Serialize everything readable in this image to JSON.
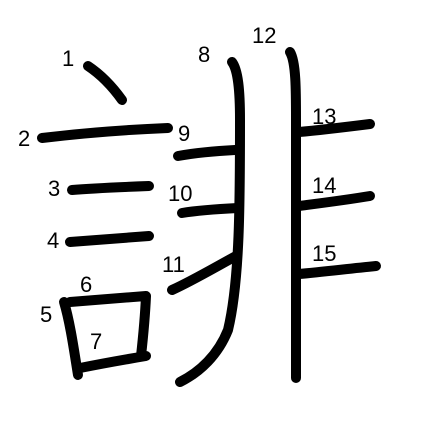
{
  "character": "誹",
  "stroke_color": "#000000",
  "background_color": "#ffffff",
  "stroke_numbers": [
    "1",
    "2",
    "3",
    "4",
    "5",
    "6",
    "7",
    "8",
    "9",
    "10",
    "11",
    "12",
    "13",
    "14",
    "15"
  ]
}
